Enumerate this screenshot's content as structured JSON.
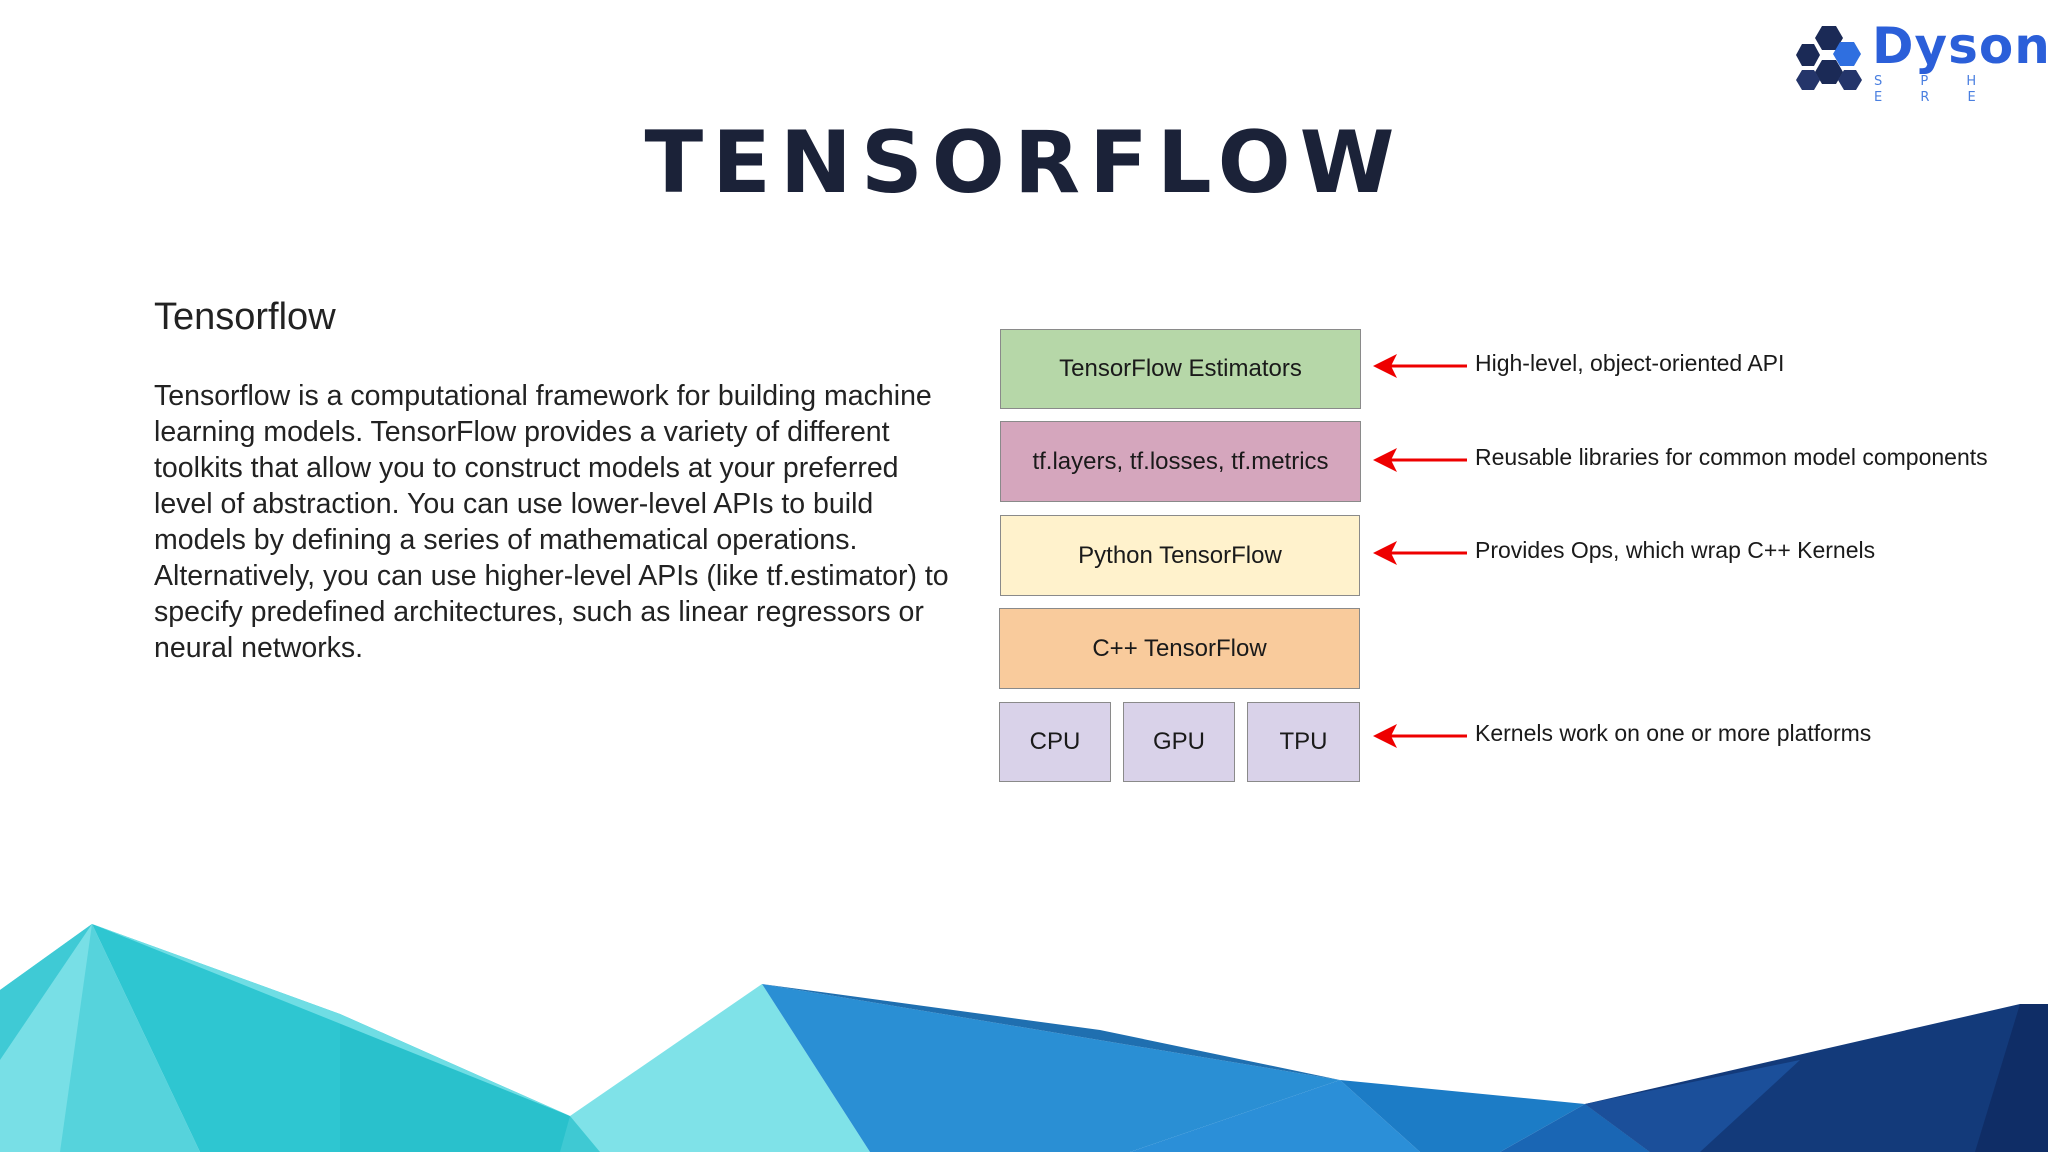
{
  "logo": {
    "name": "Dyson",
    "tagline": "S P H E R E"
  },
  "title": "TENSORFLOW",
  "section": {
    "heading": "Tensorflow",
    "body": "Tensorflow is a computational framework for building machine learning models. TensorFlow provides a variety of different toolkits that allow you to construct models at your preferred level of abstraction. You can use lower-level APIs to build models by defining a series of mathematical operations. Alternatively, you can use higher-level APIs (like tf.estimator) to specify predefined architectures, such as linear regressors or neural networks."
  },
  "diagram": {
    "layers": [
      {
        "label": "TensorFlow Estimators",
        "color": "#b6d7a8"
      },
      {
        "label": "tf.layers, tf.losses, tf.metrics",
        "color": "#d5a6bd"
      },
      {
        "label": "Python TensorFlow",
        "color": "#fff2cc"
      },
      {
        "label": "C++ TensorFlow",
        "color": "#f9cb9c"
      }
    ],
    "platforms": [
      {
        "label": "CPU",
        "color": "#d9d2e9"
      },
      {
        "label": "GPU",
        "color": "#d9d2e9"
      },
      {
        "label": "TPU",
        "color": "#d9d2e9"
      }
    ],
    "annotations": [
      "High-level, object-oriented API",
      "Reusable libraries for common model components",
      "Provides Ops, which wrap C++ Kernels",
      "Kernels work on one or more platforms"
    ],
    "arrow_color": "#ee0000"
  }
}
